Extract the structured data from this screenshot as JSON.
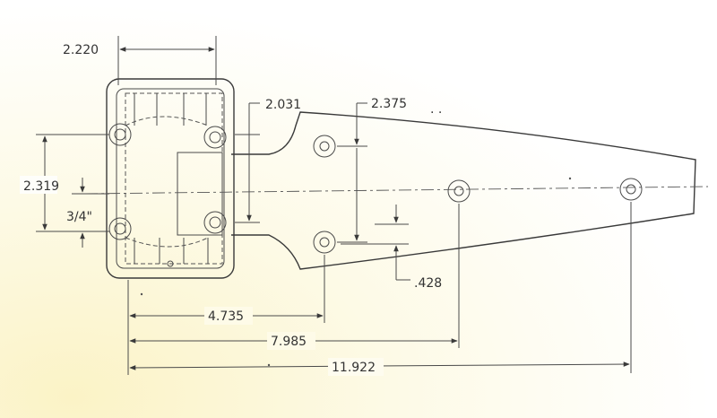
{
  "drawing": {
    "dimensions": {
      "top_width": "2.220",
      "hole_vertical_offset": "2.031",
      "leaf_hole_spacing": "2.375",
      "overall_height": "2.319",
      "hole_offset_small": "3/4\"",
      "edge_offset": ".428",
      "first_hole_distance": "4.735",
      "second_hole_distance": "7.985",
      "third_hole_distance": "11.922"
    },
    "colors": {
      "line": "#3a3a3a",
      "text": "#333333",
      "paper_tint": "#fbf3c6"
    }
  }
}
